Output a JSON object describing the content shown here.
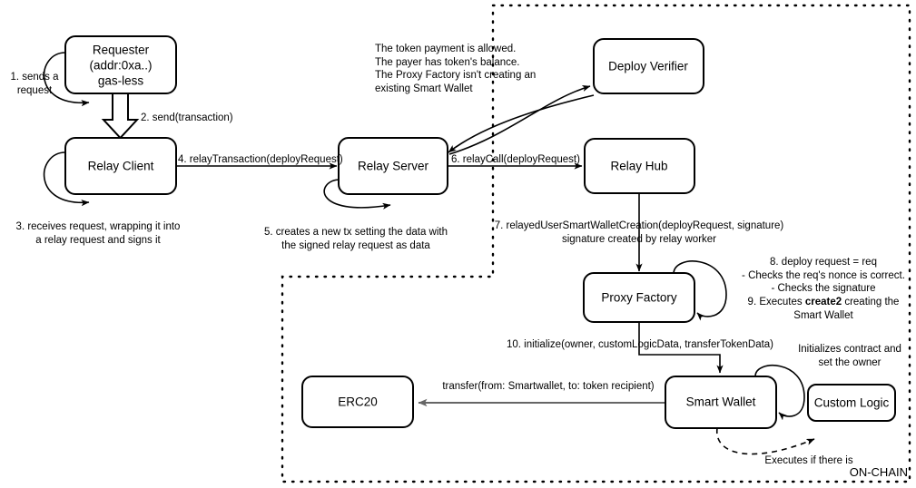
{
  "diagram": {
    "title_label": "ON-CHAIN",
    "nodes": {
      "requester": {
        "line1": "Requester",
        "line2": "(addr:0xa..)",
        "line3": "gas-less"
      },
      "relay_client": {
        "label": "Relay Client"
      },
      "relay_server": {
        "label": "Relay Server"
      },
      "deploy_verifier": {
        "label": "Deploy Verifier"
      },
      "relay_hub": {
        "label": "Relay Hub"
      },
      "proxy_factory": {
        "label": "Proxy Factory"
      },
      "smart_wallet": {
        "label": "Smart Wallet"
      },
      "custom_logic": {
        "label": "Custom Logic"
      },
      "erc20": {
        "label": "ERC20"
      }
    },
    "edges": {
      "step1": {
        "line1": "1. sends a",
        "line2": "request"
      },
      "step2": {
        "label": "2. send(transaction)"
      },
      "step3": {
        "line1": "3. receives request, wrapping it into",
        "line2": "a relay request and signs it"
      },
      "step4": {
        "label": "4. relayTransaction(deployRequest)"
      },
      "step5": {
        "line1": "5. creates a new tx setting the data with",
        "line2": "the signed relay request as data"
      },
      "step6": {
        "label": "6. relayCall(deployRequest)"
      },
      "step7": {
        "line1": "7. relayedUserSmartWalletCreation(deployRequest, signature)",
        "line2": "signature created by relay worker"
      },
      "step89": {
        "line1": "8. deploy request = req",
        "line2": "- Checks the req's nonce is correct.",
        "line3": "- Checks the signature",
        "line4_pre": "9. Executes ",
        "line4_bold": "create2",
        "line4_post": " creating the",
        "line5": "Smart Wallet"
      },
      "step10": {
        "label": "10. initialize(owner, customLogicData, transferTokenData)"
      },
      "verifier_note": {
        "line1": "The token payment is allowed.",
        "line2": "The payer has token's balance.",
        "line3": "The Proxy Factory isn't creating an",
        "line4": "existing Smart Wallet"
      },
      "transfer": {
        "label": "transfer(from: Smartwallet, to: token recipient)"
      },
      "initializes_note": {
        "line1": "Initializes contract and",
        "line2": "set the owner"
      },
      "executes_note": {
        "label": "Executes if there is"
      }
    },
    "colors": {
      "stroke": "#000000",
      "fill": "#ffffff",
      "gray_arrow": "#666666",
      "background": "#ffffff"
    }
  }
}
